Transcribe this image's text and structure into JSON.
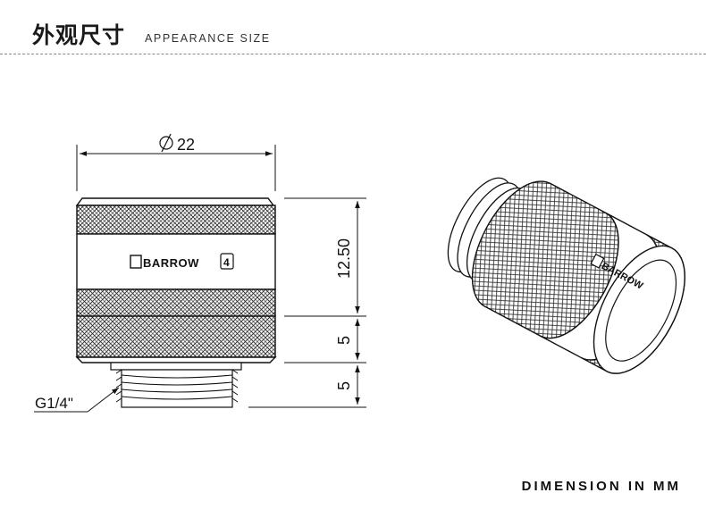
{
  "header": {
    "title_cn": "外观尺寸",
    "title_en": "APPEARANCE SIZE"
  },
  "dimensions": {
    "diameter": "22",
    "height_body": "12.50",
    "height_ring": "5",
    "height_thread": "5",
    "thread": "G1/4\""
  },
  "logo": {
    "brand": "BARROW",
    "mark": "4"
  },
  "footer": {
    "text": "DIMENSION IN MM"
  },
  "colors": {
    "line": "#111111",
    "knurl": "#333333"
  }
}
